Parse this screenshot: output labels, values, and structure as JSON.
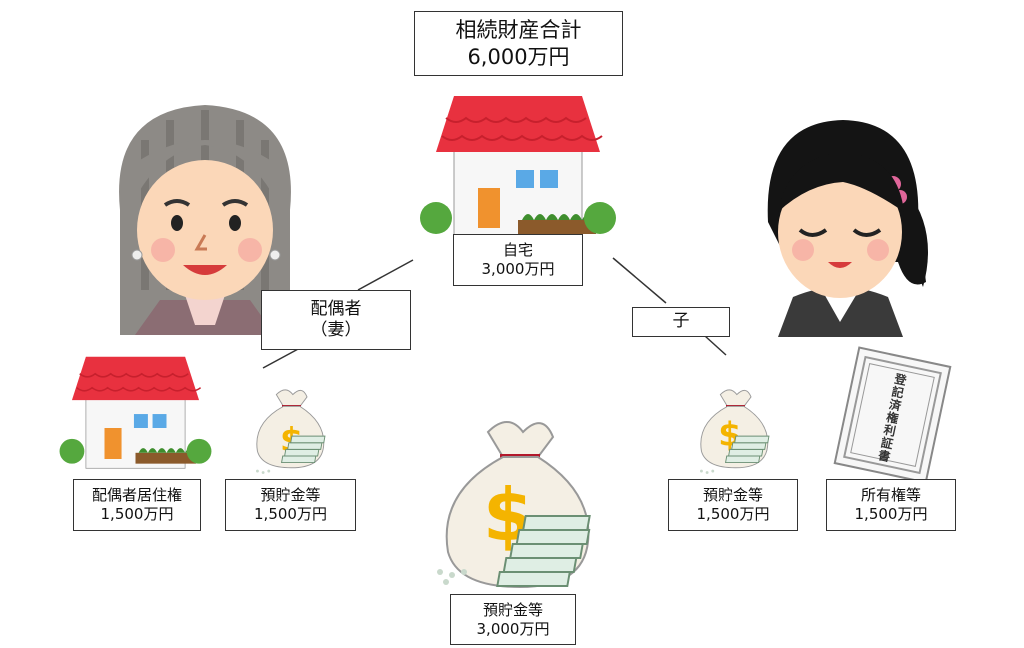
{
  "total": {
    "title": "相続財産合計",
    "amount": "6,000万円"
  },
  "home": {
    "label": "自宅",
    "amount": "3,000万円"
  },
  "spouse": {
    "label": "配偶者",
    "sub": "（妻）"
  },
  "child": {
    "label": "子"
  },
  "residence_right": {
    "label": "配偶者居住権",
    "amount": "1,500万円"
  },
  "spouse_savings": {
    "label": "預貯金等",
    "amount": "1,500万円"
  },
  "total_savings": {
    "label": "預貯金等",
    "amount": "3,000万円"
  },
  "child_savings": {
    "label": "預貯金等",
    "amount": "1,500万円"
  },
  "ownership": {
    "label": "所有権等",
    "amount": "1,500万円"
  },
  "certificate": {
    "text": "登記済権利証書"
  },
  "colors": {
    "roof": "#e8313f",
    "wall": "#f7f7f7",
    "door": "#f0922e",
    "window": "#5aa9e6",
    "bush": "#55a83e",
    "bag": "#f4efe4",
    "dollar": "#f4b400",
    "bill": "#dfeee4"
  }
}
